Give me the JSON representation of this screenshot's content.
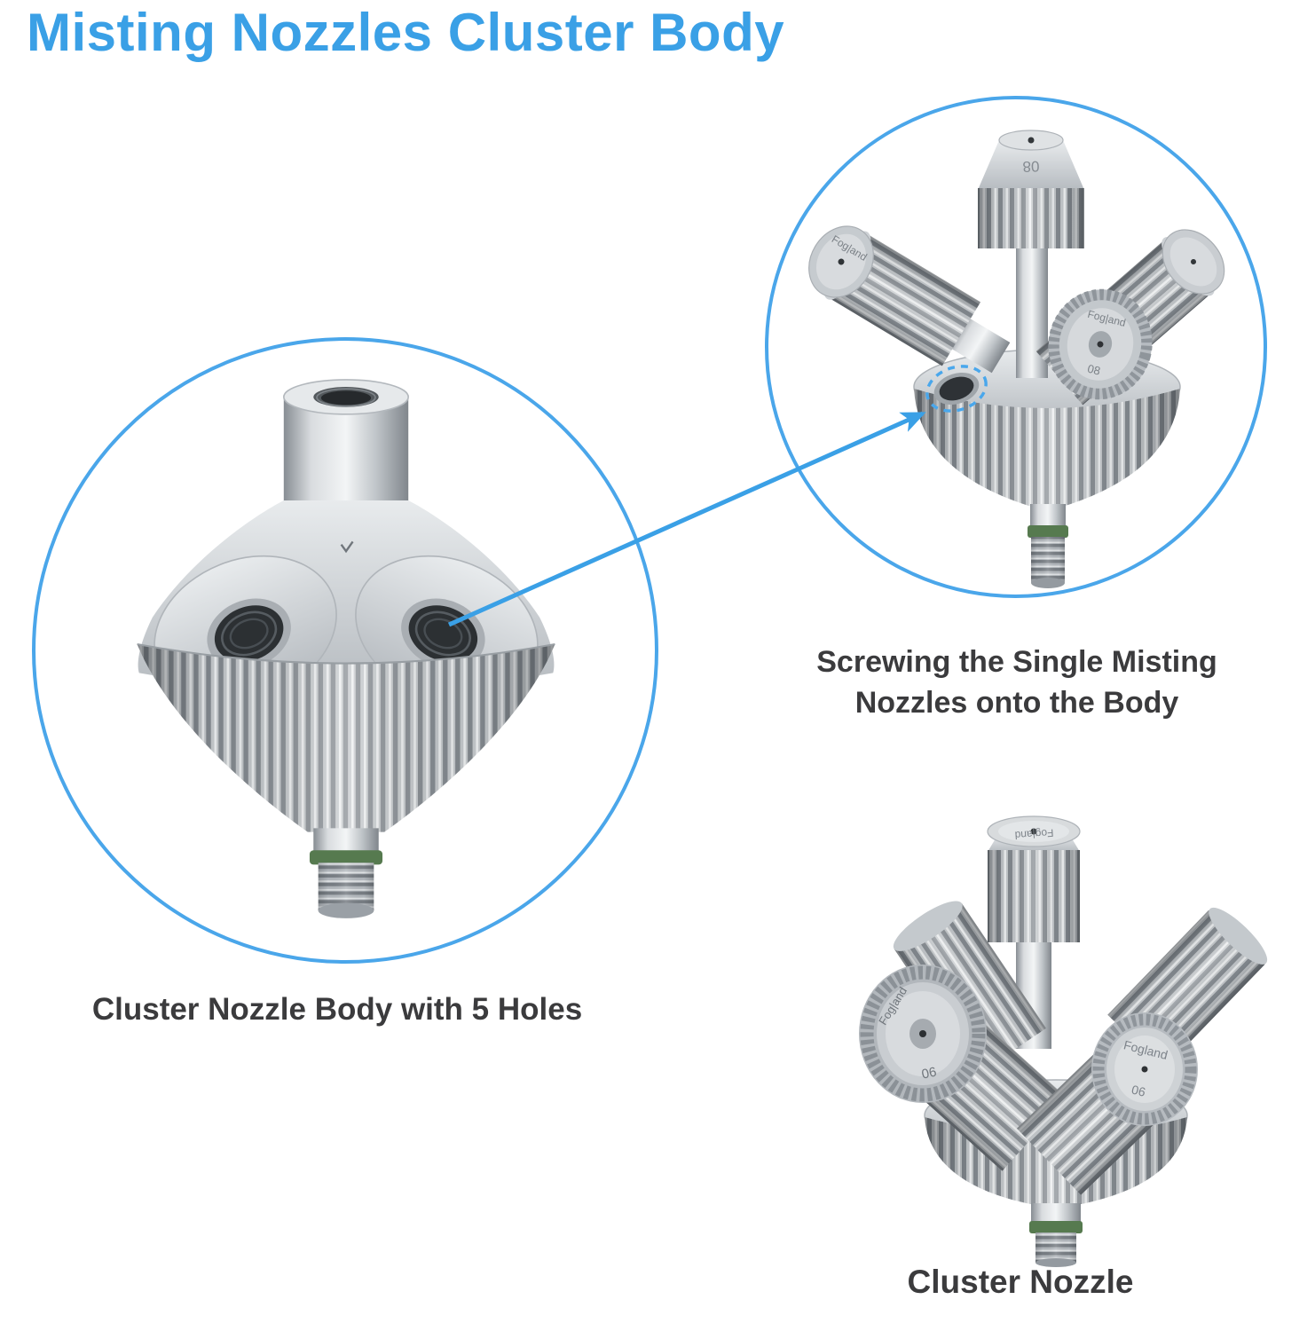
{
  "title": "Misting Nozzles Cluster Body",
  "colors": {
    "accent_blue": "#3aa0e6",
    "caption_gray": "#3b3b3d",
    "gasket_green": "#567a4f"
  },
  "figures": {
    "body": {
      "caption": "Cluster Nozzle Body with 5 Holes"
    },
    "screwing": {
      "caption_line1": "Screwing the Single Misting",
      "caption_line2": "Nozzles onto the Body"
    },
    "cluster": {
      "caption": "Cluster Nozzle"
    }
  },
  "markings": {
    "brand": "Fogland",
    "brand_rotated": "Fog|and",
    "size_06": "06",
    "size_08": "08"
  }
}
